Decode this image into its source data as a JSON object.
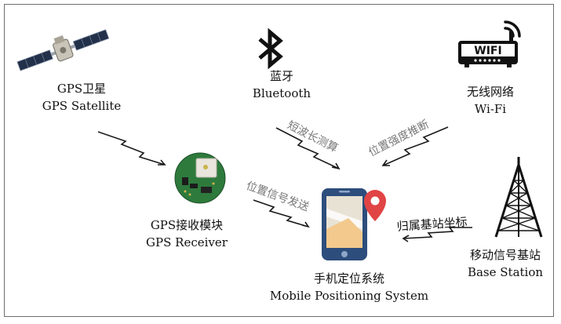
{
  "nodes": {
    "satellite": {
      "name_cn": "GPS卫星",
      "name_en": "GPS Satellite"
    },
    "bluetooth": {
      "name_cn": "蓝牙",
      "name_en": "Bluetooth"
    },
    "wifi": {
      "name_cn": "无线网络",
      "name_en": "Wi-Fi",
      "badge": "WIFI"
    },
    "receiver": {
      "name_cn": "GPS接收模块",
      "name_en": "GPS Receiver"
    },
    "phone": {
      "name_cn": "手机定位系统",
      "name_en": "Mobile Positioning System"
    },
    "tower": {
      "name_cn": "移动信号基站",
      "name_en": "Base Station"
    }
  },
  "edges": {
    "short_wave": "短波长测算",
    "position_strength": "位置强度推断",
    "position_signal": "位置信号发送",
    "base_coords": "归属基站坐标"
  }
}
